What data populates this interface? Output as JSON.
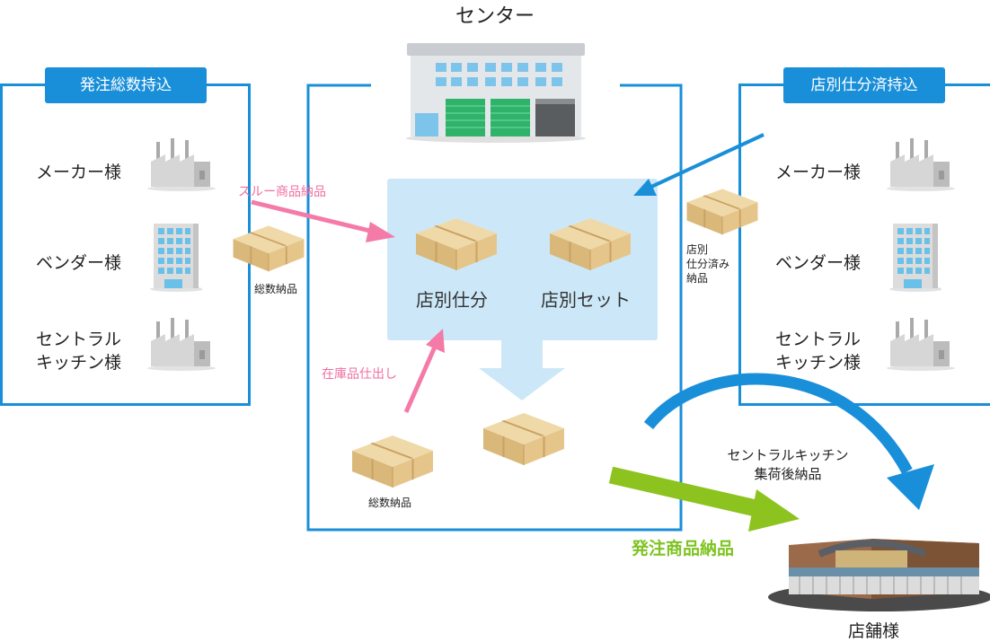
{
  "center": {
    "title": "センター",
    "inner_left_label": "店別仕分",
    "inner_right_label": "店別セット",
    "bulk_delivery_label": "総数納品"
  },
  "left_panel": {
    "tag": "発注総数持込",
    "suppliers": [
      "メーカー様",
      "ベンダー様",
      "セントラル\nキッチン様"
    ],
    "box_label": "総数納品"
  },
  "right_panel": {
    "tag": "店別仕分済持込",
    "suppliers": [
      "メーカー様",
      "ベンダー様",
      "セントラル\nキッチン様"
    ],
    "box_label": "店別\n仕分済み\n納品"
  },
  "flows": {
    "through": "スルー商品納品",
    "stock": "在庫品仕出し",
    "order_delivery": "発注商品納品",
    "central_kitchen": "セントラルキッチン\n集荷後納品"
  },
  "store": {
    "label": "店舗様"
  },
  "colors": {
    "panel_blue": "#1a8fd9",
    "pink_arrow": "#f47ba8",
    "green_arrow": "#8cc31e",
    "light_blue_area": "#cce8f8",
    "box": "#e3c48e"
  },
  "icons": [
    "warehouse-icon",
    "factory-icon",
    "office-building-icon",
    "cardboard-box-icon",
    "store-building-icon"
  ]
}
